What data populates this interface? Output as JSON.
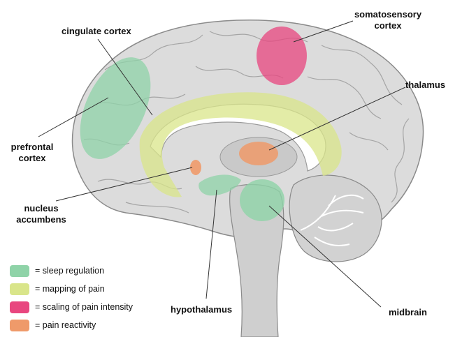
{
  "labels": {
    "cingulate_cortex": "cingulate cortex",
    "somatosensory_cortex_1": "somatosensory",
    "somatosensory_cortex_2": "cortex",
    "thalamus": "thalamus",
    "prefrontal_cortex_1": "prefrontal",
    "prefrontal_cortex_2": "cortex",
    "nucleus_accumbens_1": "nucleus",
    "nucleus_accumbens_2": "accumbens",
    "hypothalamus": "hypothalamus",
    "midbrain": "midbrain"
  },
  "legend": [
    {
      "text": "= sleep regulation",
      "color": "#8fd3a8"
    },
    {
      "text": "= mapping of pain",
      "color": "#d9e58a"
    },
    {
      "text": "= scaling of pain intensity",
      "color": "#e8467f"
    },
    {
      "text": "= pain reactivity",
      "color": "#ef9a6a"
    }
  ],
  "colors": {
    "sleep_regulation": "#8fd3a8",
    "mapping_of_pain": "#d9e58a",
    "scaling_of_pain_intensity": "#e8467f",
    "pain_reactivity": "#ef9a6a",
    "brain_fill": "#dcdcdc",
    "brain_stroke": "#8a8a8a"
  }
}
